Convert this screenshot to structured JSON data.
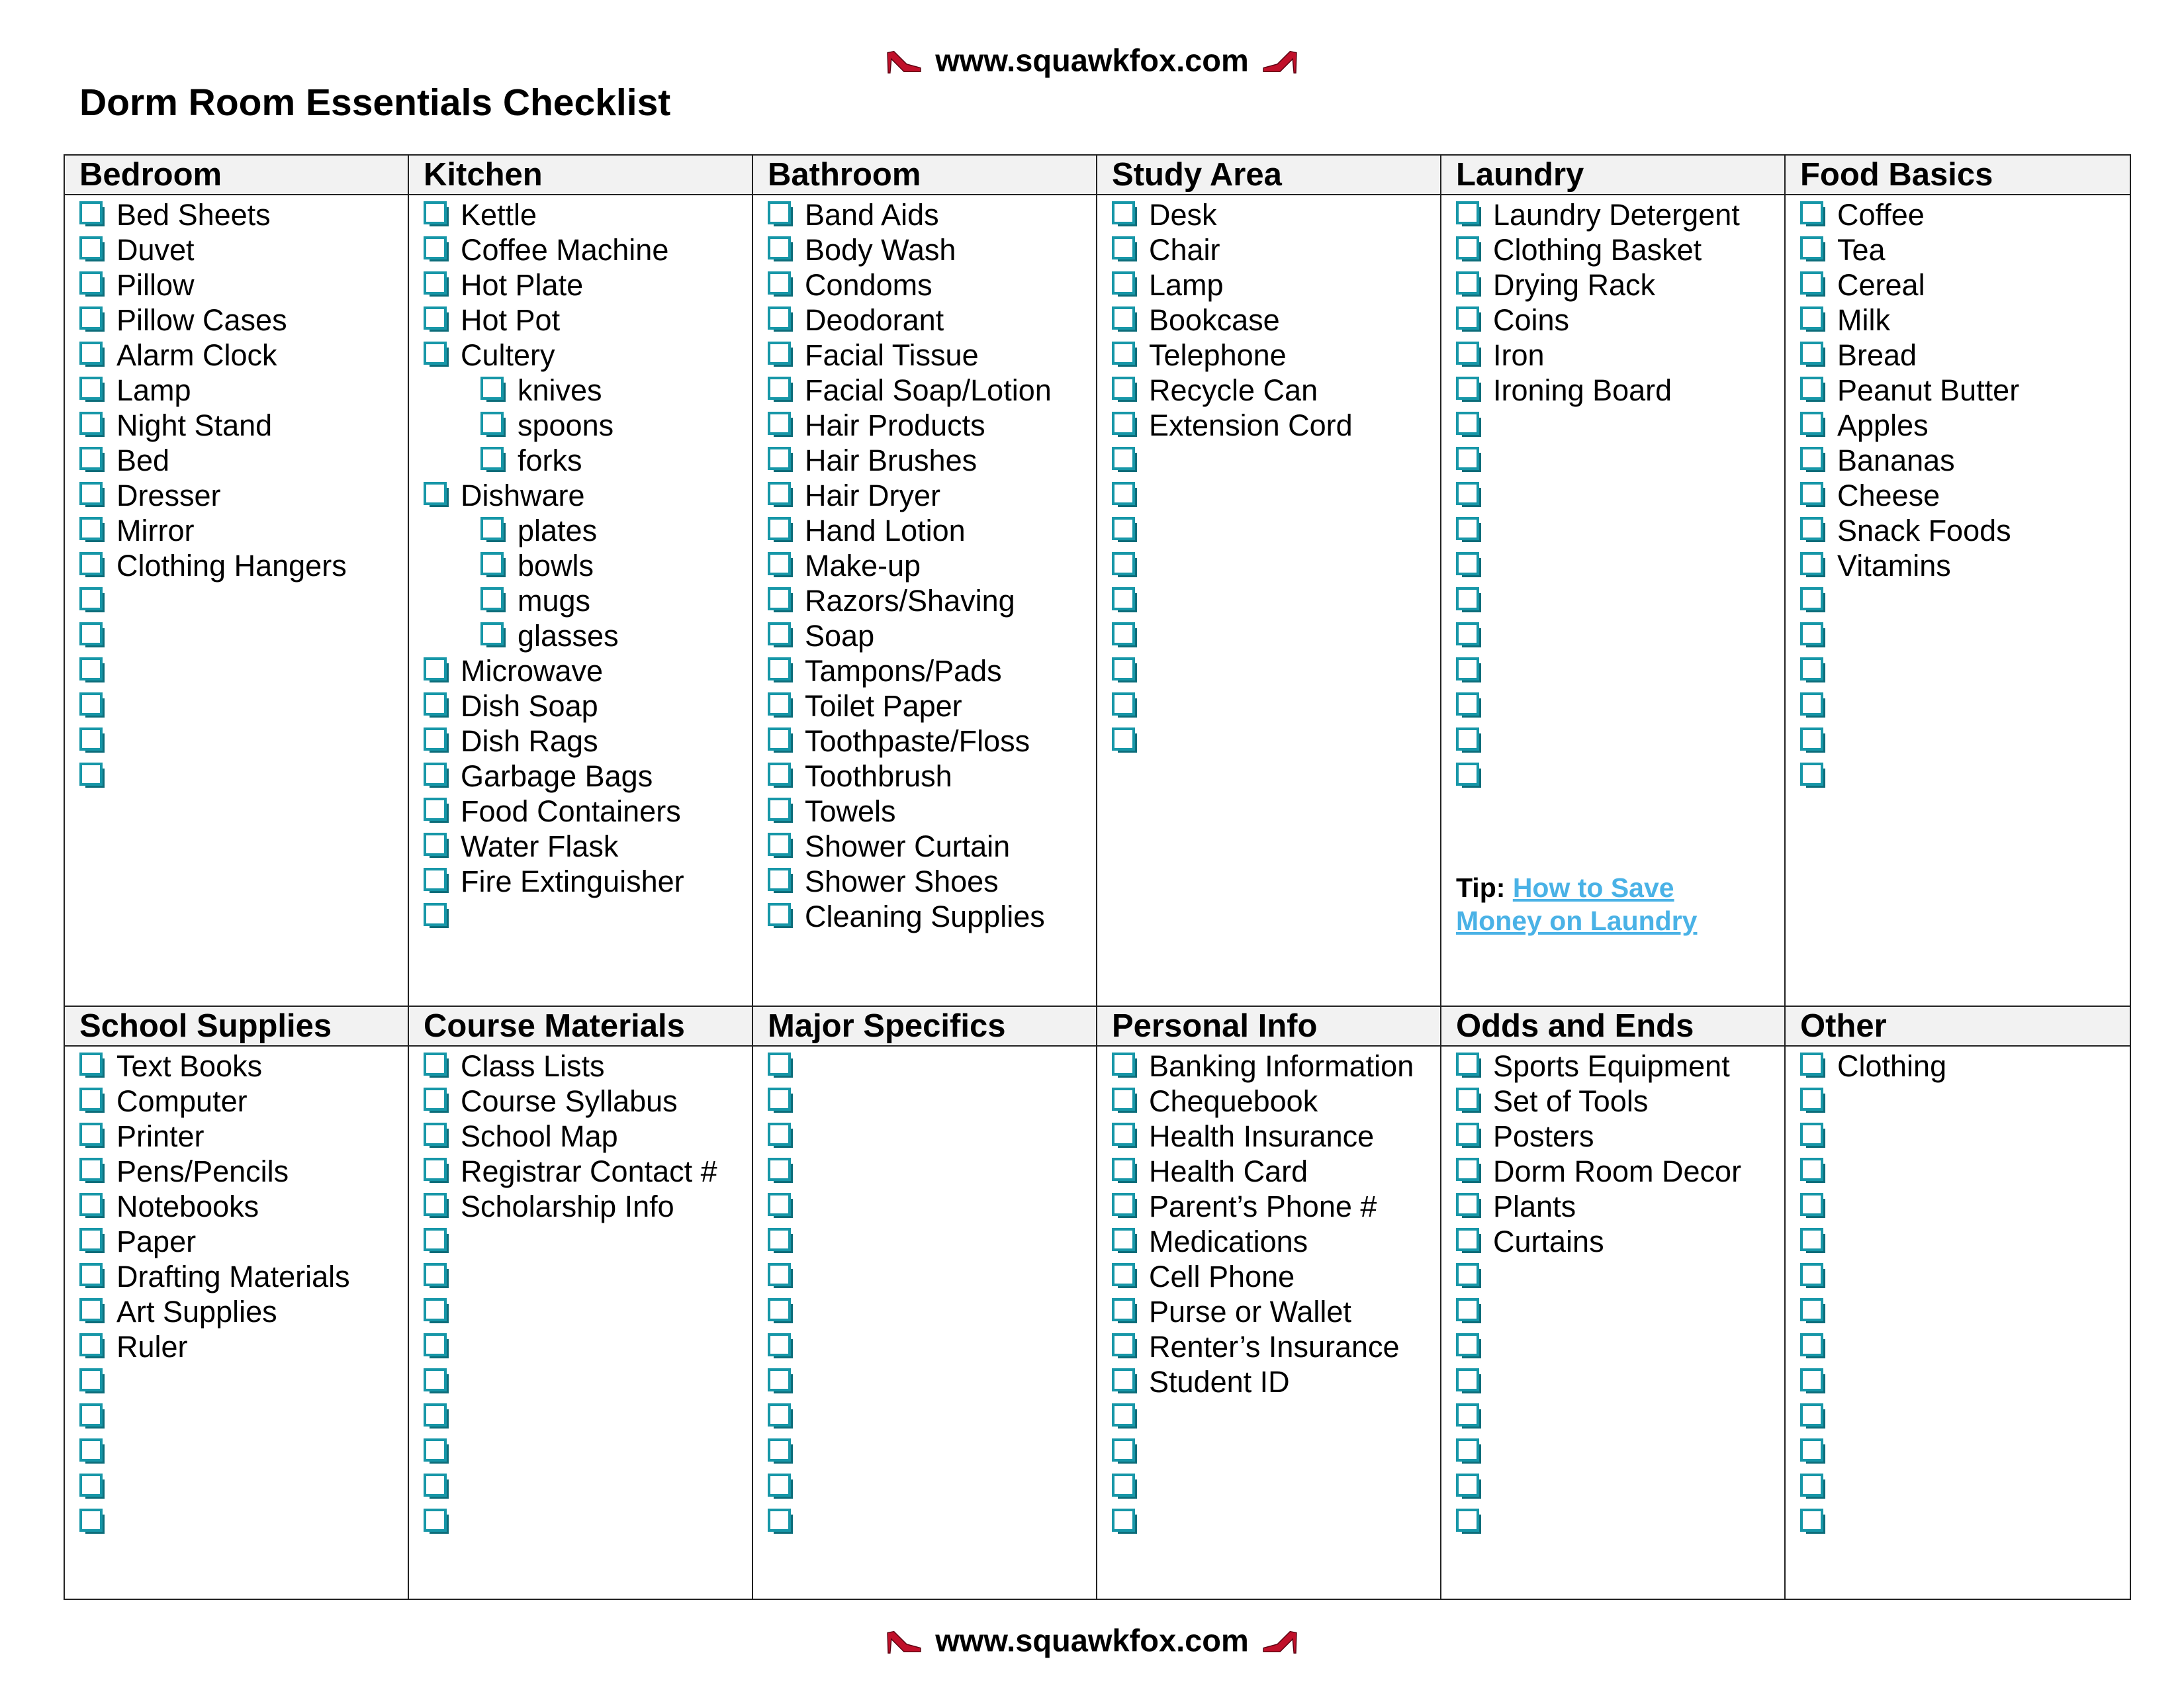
{
  "site": {
    "url": "www.squawkfox.com",
    "icon": "red-high-heel-shoe-icon",
    "accent_color": "#c0102a"
  },
  "title": "Dorm Room Essentials Checklist",
  "checkbox": {
    "icon": "checkbox-icon",
    "color": "#1797a8"
  },
  "sections": [
    {
      "name": "Bedroom",
      "items": [
        {
          "label": "Bed Sheets",
          "indent": 0
        },
        {
          "label": "Duvet",
          "indent": 0
        },
        {
          "label": "Pillow",
          "indent": 0
        },
        {
          "label": "Pillow Cases",
          "indent": 0
        },
        {
          "label": "Alarm Clock",
          "indent": 0
        },
        {
          "label": "Lamp",
          "indent": 0
        },
        {
          "label": "Night Stand",
          "indent": 0
        },
        {
          "label": "Bed",
          "indent": 0
        },
        {
          "label": "Dresser",
          "indent": 0
        },
        {
          "label": "Mirror",
          "indent": 0
        },
        {
          "label": "Clothing Hangers",
          "indent": 0
        },
        {
          "label": "",
          "indent": 0
        },
        {
          "label": "",
          "indent": 0
        },
        {
          "label": "",
          "indent": 0
        },
        {
          "label": "",
          "indent": 0
        },
        {
          "label": "",
          "indent": 0
        },
        {
          "label": "",
          "indent": 0
        }
      ]
    },
    {
      "name": "Kitchen",
      "items": [
        {
          "label": "Kettle",
          "indent": 0
        },
        {
          "label": "Coffee Machine",
          "indent": 0
        },
        {
          "label": "Hot Plate",
          "indent": 0
        },
        {
          "label": "Hot Pot",
          "indent": 0
        },
        {
          "label": "Cultery",
          "indent": 0
        },
        {
          "label": "knives",
          "indent": 1
        },
        {
          "label": "spoons",
          "indent": 1
        },
        {
          "label": "forks",
          "indent": 1
        },
        {
          "label": "Dishware",
          "indent": 0
        },
        {
          "label": "plates",
          "indent": 1
        },
        {
          "label": "bowls",
          "indent": 1
        },
        {
          "label": "mugs",
          "indent": 1
        },
        {
          "label": "glasses",
          "indent": 1
        },
        {
          "label": "Microwave",
          "indent": 0
        },
        {
          "label": "Dish Soap",
          "indent": 0
        },
        {
          "label": "Dish Rags",
          "indent": 0
        },
        {
          "label": "Garbage Bags",
          "indent": 0
        },
        {
          "label": "Food Containers",
          "indent": 0
        },
        {
          "label": "Water Flask",
          "indent": 0
        },
        {
          "label": "Fire Extinguisher",
          "indent": 0
        },
        {
          "label": "",
          "indent": 0
        }
      ]
    },
    {
      "name": "Bathroom",
      "items": [
        {
          "label": "Band Aids",
          "indent": 0
        },
        {
          "label": "Body Wash",
          "indent": 0
        },
        {
          "label": "Condoms",
          "indent": 0
        },
        {
          "label": "Deodorant",
          "indent": 0
        },
        {
          "label": "Facial Tissue",
          "indent": 0
        },
        {
          "label": "Facial Soap/Lotion",
          "indent": 0
        },
        {
          "label": "Hair Products",
          "indent": 0
        },
        {
          "label": "Hair Brushes",
          "indent": 0
        },
        {
          "label": "Hair Dryer",
          "indent": 0
        },
        {
          "label": "Hand Lotion",
          "indent": 0
        },
        {
          "label": "Make-up",
          "indent": 0
        },
        {
          "label": "Razors/Shaving",
          "indent": 0
        },
        {
          "label": "Soap",
          "indent": 0
        },
        {
          "label": "Tampons/Pads",
          "indent": 0
        },
        {
          "label": "Toilet Paper",
          "indent": 0
        },
        {
          "label": "Toothpaste/Floss",
          "indent": 0
        },
        {
          "label": "Toothbrush",
          "indent": 0
        },
        {
          "label": "Towels",
          "indent": 0
        },
        {
          "label": "Shower Curtain",
          "indent": 0
        },
        {
          "label": "Shower Shoes",
          "indent": 0
        },
        {
          "label": "Cleaning Supplies",
          "indent": 0
        }
      ]
    },
    {
      "name": "Study Area",
      "items": [
        {
          "label": "Desk",
          "indent": 0
        },
        {
          "label": "Chair",
          "indent": 0
        },
        {
          "label": "Lamp",
          "indent": 0
        },
        {
          "label": "Bookcase",
          "indent": 0
        },
        {
          "label": "Telephone",
          "indent": 0
        },
        {
          "label": "Recycle Can",
          "indent": 0
        },
        {
          "label": "Extension Cord",
          "indent": 0
        },
        {
          "label": "",
          "indent": 0
        },
        {
          "label": "",
          "indent": 0
        },
        {
          "label": "",
          "indent": 0
        },
        {
          "label": "",
          "indent": 0
        },
        {
          "label": "",
          "indent": 0
        },
        {
          "label": "",
          "indent": 0
        },
        {
          "label": "",
          "indent": 0
        },
        {
          "label": "",
          "indent": 0
        },
        {
          "label": "",
          "indent": 0
        }
      ]
    },
    {
      "name": "Laundry",
      "items": [
        {
          "label": "Laundry Detergent",
          "indent": 0
        },
        {
          "label": "Clothing Basket",
          "indent": 0
        },
        {
          "label": "Drying Rack",
          "indent": 0
        },
        {
          "label": "Coins",
          "indent": 0
        },
        {
          "label": "Iron",
          "indent": 0
        },
        {
          "label": "Ironing Board",
          "indent": 0
        },
        {
          "label": "",
          "indent": 0
        },
        {
          "label": "",
          "indent": 0
        },
        {
          "label": "",
          "indent": 0
        },
        {
          "label": "",
          "indent": 0
        },
        {
          "label": "",
          "indent": 0
        },
        {
          "label": "",
          "indent": 0
        },
        {
          "label": "",
          "indent": 0
        },
        {
          "label": "",
          "indent": 0
        },
        {
          "label": "",
          "indent": 0
        },
        {
          "label": "",
          "indent": 0
        },
        {
          "label": "",
          "indent": 0
        }
      ],
      "tip": {
        "prefix": "Tip:",
        "link_line1": "How to Save",
        "link_line2": "Money on Laundry",
        "link_color": "#4ab2e6"
      }
    },
    {
      "name": "Food Basics",
      "items": [
        {
          "label": "Coffee",
          "indent": 0
        },
        {
          "label": "Tea",
          "indent": 0
        },
        {
          "label": "Cereal",
          "indent": 0
        },
        {
          "label": "Milk",
          "indent": 0
        },
        {
          "label": "Bread",
          "indent": 0
        },
        {
          "label": "Peanut Butter",
          "indent": 0
        },
        {
          "label": "Apples",
          "indent": 0
        },
        {
          "label": "Bananas",
          "indent": 0
        },
        {
          "label": "Cheese",
          "indent": 0
        },
        {
          "label": "Snack Foods",
          "indent": 0
        },
        {
          "label": "Vitamins",
          "indent": 0
        },
        {
          "label": "",
          "indent": 0
        },
        {
          "label": "",
          "indent": 0
        },
        {
          "label": "",
          "indent": 0
        },
        {
          "label": "",
          "indent": 0
        },
        {
          "label": "",
          "indent": 0
        },
        {
          "label": "",
          "indent": 0
        }
      ]
    },
    {
      "name": "School Supplies",
      "items": [
        {
          "label": "Text Books",
          "indent": 0
        },
        {
          "label": "Computer",
          "indent": 0
        },
        {
          "label": "Printer",
          "indent": 0
        },
        {
          "label": "Pens/Pencils",
          "indent": 0
        },
        {
          "label": "Notebooks",
          "indent": 0
        },
        {
          "label": "Paper",
          "indent": 0
        },
        {
          "label": "Drafting Materials",
          "indent": 0
        },
        {
          "label": "Art Supplies",
          "indent": 0
        },
        {
          "label": "Ruler",
          "indent": 0
        },
        {
          "label": "",
          "indent": 0
        },
        {
          "label": "",
          "indent": 0
        },
        {
          "label": "",
          "indent": 0
        },
        {
          "label": "",
          "indent": 0
        },
        {
          "label": "",
          "indent": 0
        }
      ]
    },
    {
      "name": "Course Materials",
      "items": [
        {
          "label": "Class Lists",
          "indent": 0
        },
        {
          "label": "Course Syllabus",
          "indent": 0
        },
        {
          "label": "School Map",
          "indent": 0
        },
        {
          "label": "Registrar Contact #",
          "indent": 0
        },
        {
          "label": "Scholarship Info",
          "indent": 0
        },
        {
          "label": "",
          "indent": 0
        },
        {
          "label": "",
          "indent": 0
        },
        {
          "label": "",
          "indent": 0
        },
        {
          "label": "",
          "indent": 0
        },
        {
          "label": "",
          "indent": 0
        },
        {
          "label": "",
          "indent": 0
        },
        {
          "label": "",
          "indent": 0
        },
        {
          "label": "",
          "indent": 0
        },
        {
          "label": "",
          "indent": 0
        }
      ]
    },
    {
      "name": "Major Specifics",
      "items": [
        {
          "label": "",
          "indent": 0
        },
        {
          "label": "",
          "indent": 0
        },
        {
          "label": "",
          "indent": 0
        },
        {
          "label": "",
          "indent": 0
        },
        {
          "label": "",
          "indent": 0
        },
        {
          "label": "",
          "indent": 0
        },
        {
          "label": "",
          "indent": 0
        },
        {
          "label": "",
          "indent": 0
        },
        {
          "label": "",
          "indent": 0
        },
        {
          "label": "",
          "indent": 0
        },
        {
          "label": "",
          "indent": 0
        },
        {
          "label": "",
          "indent": 0
        },
        {
          "label": "",
          "indent": 0
        },
        {
          "label": "",
          "indent": 0
        }
      ]
    },
    {
      "name": "Personal Info",
      "items": [
        {
          "label": "Banking Information",
          "indent": 0
        },
        {
          "label": "Chequebook",
          "indent": 0
        },
        {
          "label": "Health Insurance",
          "indent": 0
        },
        {
          "label": "Health Card",
          "indent": 0
        },
        {
          "label": "Parent’s Phone #",
          "indent": 0
        },
        {
          "label": "Medications",
          "indent": 0
        },
        {
          "label": "Cell Phone",
          "indent": 0
        },
        {
          "label": "Purse or Wallet",
          "indent": 0
        },
        {
          "label": "Renter’s Insurance",
          "indent": 0
        },
        {
          "label": "Student ID",
          "indent": 0
        },
        {
          "label": "",
          "indent": 0
        },
        {
          "label": "",
          "indent": 0
        },
        {
          "label": "",
          "indent": 0
        },
        {
          "label": "",
          "indent": 0
        }
      ]
    },
    {
      "name": "Odds and Ends",
      "items": [
        {
          "label": "Sports Equipment",
          "indent": 0
        },
        {
          "label": "Set of Tools",
          "indent": 0
        },
        {
          "label": "Posters",
          "indent": 0
        },
        {
          "label": "Dorm Room Decor",
          "indent": 0
        },
        {
          "label": "Plants",
          "indent": 0
        },
        {
          "label": "Curtains",
          "indent": 0
        },
        {
          "label": "",
          "indent": 0
        },
        {
          "label": "",
          "indent": 0
        },
        {
          "label": "",
          "indent": 0
        },
        {
          "label": "",
          "indent": 0
        },
        {
          "label": "",
          "indent": 0
        },
        {
          "label": "",
          "indent": 0
        },
        {
          "label": "",
          "indent": 0
        },
        {
          "label": "",
          "indent": 0
        }
      ]
    },
    {
      "name": "Other",
      "items": [
        {
          "label": "Clothing",
          "indent": 0
        },
        {
          "label": "",
          "indent": 0
        },
        {
          "label": "",
          "indent": 0
        },
        {
          "label": "",
          "indent": 0
        },
        {
          "label": "",
          "indent": 0
        },
        {
          "label": "",
          "indent": 0
        },
        {
          "label": "",
          "indent": 0
        },
        {
          "label": "",
          "indent": 0
        },
        {
          "label": "",
          "indent": 0
        },
        {
          "label": "",
          "indent": 0
        },
        {
          "label": "",
          "indent": 0
        },
        {
          "label": "",
          "indent": 0
        },
        {
          "label": "",
          "indent": 0
        },
        {
          "label": "",
          "indent": 0
        }
      ]
    }
  ]
}
